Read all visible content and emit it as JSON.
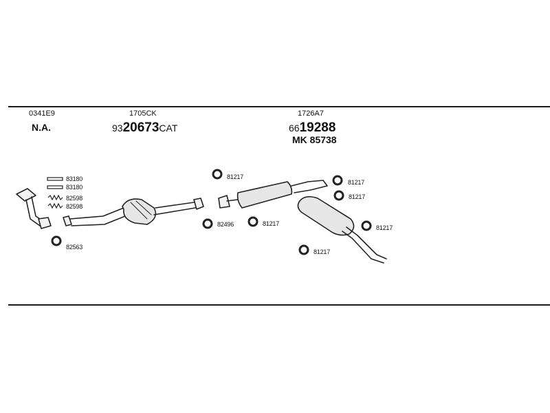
{
  "header_groups": {
    "front": {
      "ref": "0341E9",
      "code": "N.A."
    },
    "cat": {
      "ref": "1705CK",
      "code_prefix": "93",
      "code_main": "20673",
      "code_suffix": "CAT"
    },
    "rear": {
      "ref": "1726A7",
      "code_prefix": "66",
      "code_main": "19288",
      "kit": "MK 85738"
    }
  },
  "parts": {
    "bolt_1": "83180",
    "bolt_2": "83180",
    "spring_1": "82598",
    "spring_2": "82598",
    "gasket_front": "82563",
    "ring_cat": "82496",
    "hanger_a": "81217",
    "hanger_b": "81217",
    "hanger_c": "81217",
    "hanger_d": "81217",
    "hanger_e": "81217",
    "hanger_f": "81217"
  }
}
